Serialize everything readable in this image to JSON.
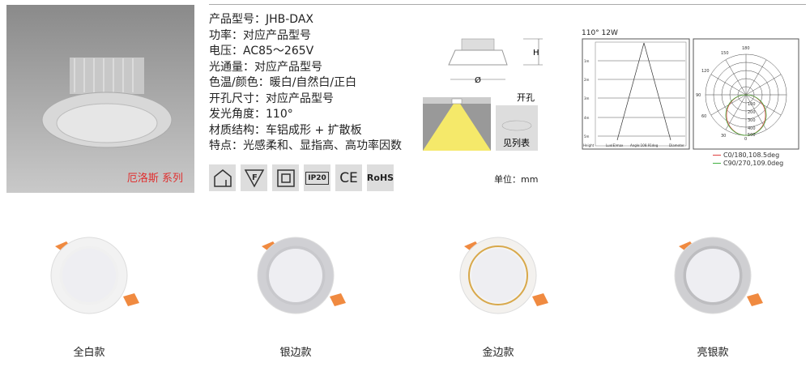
{
  "photo": {
    "series_label": "厄洛斯 系列"
  },
  "specs": [
    "产品型号：JHB-DAX",
    "功率：对应产品型号",
    "电压：AC85～265V",
    "光通量：对应产品型号",
    "色温/颜色：暖白/自然白/正白",
    "开孔尺寸：对应产品型号",
    "发光角度：110°",
    "材质结构：车铝成形 + 扩散板",
    "特点：光感柔和、显指高、高功率因数"
  ],
  "cert_icons": [
    {
      "name": "indoor-house-icon"
    },
    {
      "name": "f-mark-icon"
    },
    {
      "name": "double-insulation-icon"
    },
    {
      "name": "ip20-icon",
      "text": "IP20"
    },
    {
      "name": "ce-icon",
      "text": "CE"
    },
    {
      "name": "rohs-icon",
      "text": "RoHS"
    }
  ],
  "dimension": {
    "height_label": "H",
    "diameter_label": "Ø",
    "cutout_title": "开孔",
    "cutout_note": "见列表",
    "unit": "单位：mm"
  },
  "photometric": {
    "title": "110°  12W",
    "col_height": "Height",
    "col_angle": "Angle:108.91deg",
    "col_diameter": "Diameter",
    "col_lux": "Lux(E)max",
    "rows": [
      "1m",
      "2m",
      "3m",
      "4m",
      "5m"
    ],
    "polar_angles": [
      "0",
      "30",
      "60",
      "90",
      "120",
      "150",
      "180"
    ],
    "polar_rings": [
      "100",
      "200",
      "300",
      "400",
      "500"
    ],
    "legend": [
      "C0/180,108.5deg",
      "C90/270,109.0deg"
    ],
    "legend_colors": [
      "#e04040",
      "#40b040"
    ]
  },
  "variants": [
    {
      "label": "全白款",
      "rim": "#f2f2f2",
      "inner": "#f0f0f0"
    },
    {
      "label": "银边款",
      "rim": "#d0d0d4",
      "inner": "#c8c8cc"
    },
    {
      "label": "金边款",
      "rim": "#f3f1ee",
      "inner": "#d8a84a"
    },
    {
      "label": "亮银款",
      "rim": "#cfcfd2",
      "inner": "#bdbdc0"
    }
  ]
}
